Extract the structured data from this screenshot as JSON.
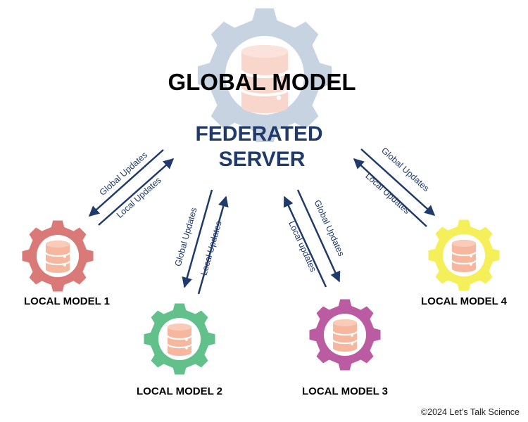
{
  "server": {
    "title": "GLOBAL MODEL",
    "subtitle_line1": "FEDERATED",
    "subtitle_line2": "SERVER",
    "gear_color": "#c8d3e2",
    "db_color": "#f9d6cc"
  },
  "arrows": {
    "global_label": "Global Updates",
    "local_label": "Local Updates",
    "local_label_alt": "Local updates",
    "color": "#1f3a6b"
  },
  "nodes": [
    {
      "label": "LOCAL MODEL 1",
      "gear_color": "#d97a78",
      "db_color": "#f6b79e"
    },
    {
      "label": "LOCAL MODEL 2",
      "gear_color": "#62c08a",
      "db_color": "#f6b79e"
    },
    {
      "label": "LOCAL MODEL 3",
      "gear_color": "#bb5ba2",
      "db_color": "#f6b79e"
    },
    {
      "label": "LOCAL MODEL 4",
      "gear_color": "#f5f05a",
      "db_color": "#f6b79e"
    }
  ],
  "copyright": "©2024 Let’s Talk Science",
  "title_color": "#1f3a6b"
}
